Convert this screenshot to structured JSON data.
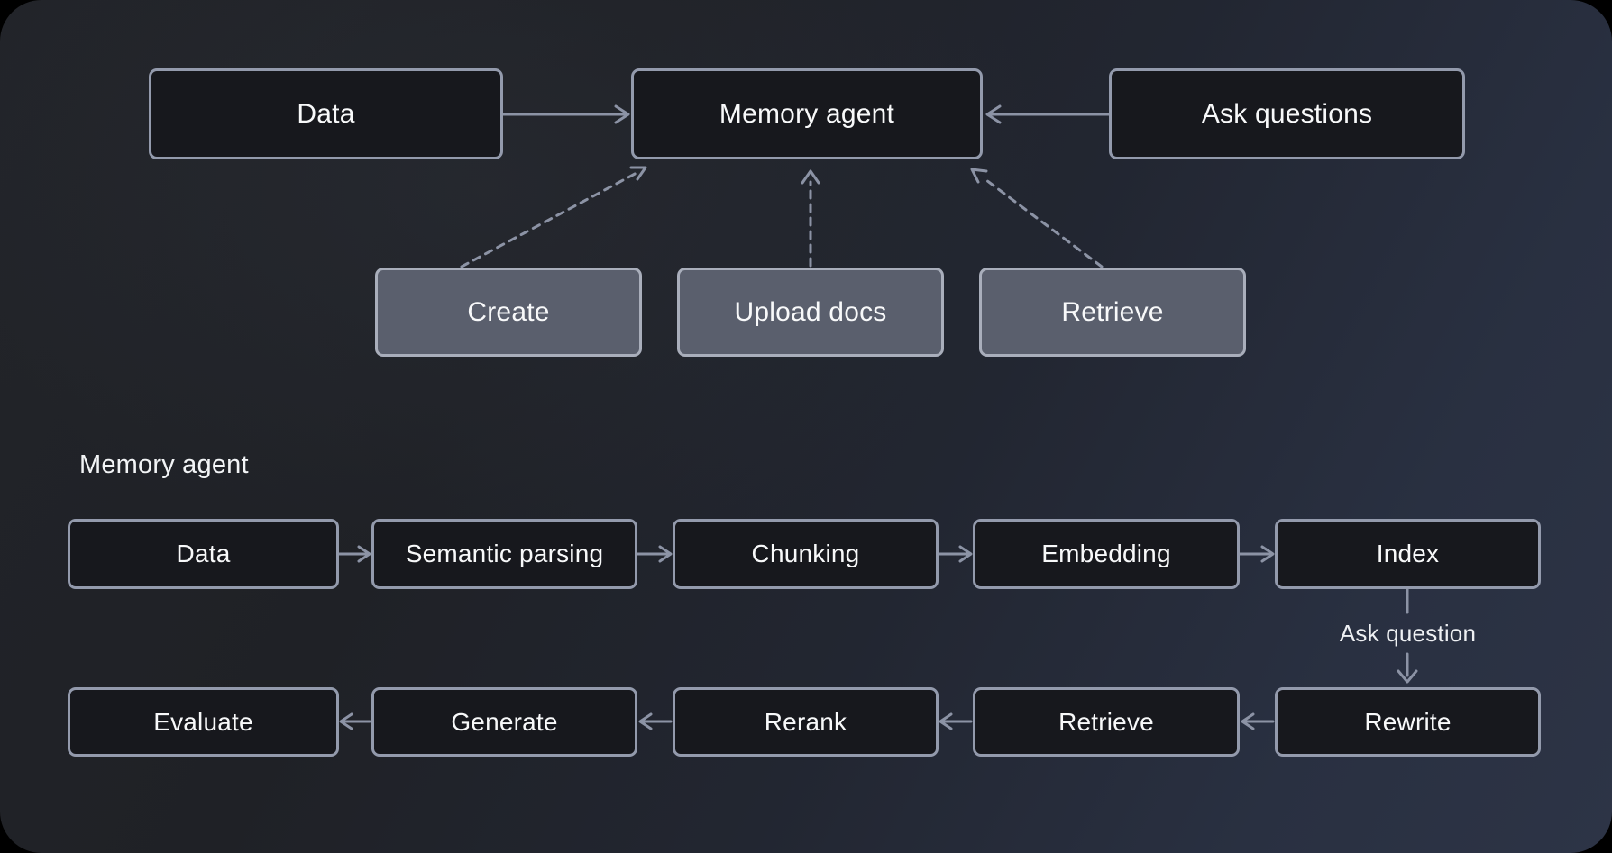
{
  "colors": {
    "background_outer": "#000000",
    "box_dark_fill": "#17181d",
    "box_dark_border": "#939aac",
    "box_gray_fill": "#5a5f6d",
    "box_gray_border": "#a9aebb",
    "arrow": "#8c93a5",
    "text": "#f8f9fa"
  },
  "overview": {
    "nodes": {
      "data": "Data",
      "memory_agent": "Memory agent",
      "ask_questions": "Ask questions",
      "create": "Create",
      "upload_docs": "Upload docs",
      "retrieve": "Retrieve"
    },
    "edges": [
      {
        "from": "Data",
        "to": "Memory agent",
        "style": "solid"
      },
      {
        "from": "Ask questions",
        "to": "Memory agent",
        "style": "solid"
      },
      {
        "from": "Create",
        "to": "Memory agent",
        "style": "dashed"
      },
      {
        "from": "Upload docs",
        "to": "Memory agent",
        "style": "dashed"
      },
      {
        "from": "Retrieve",
        "to": "Memory agent",
        "style": "dashed"
      }
    ]
  },
  "pipeline": {
    "section_title": "Memory agent",
    "row1": [
      "Data",
      "Semantic parsing",
      "Chunking",
      "Embedding",
      "Index"
    ],
    "row1_flow": "left-to-right",
    "branch_label": "Ask question",
    "row2": [
      "Evaluate",
      "Generate",
      "Rerank",
      "Retrieve",
      "Rewrite"
    ],
    "row2_flow": "right-to-left",
    "edges": [
      "Data → Semantic parsing",
      "Semantic parsing → Chunking",
      "Chunking → Embedding",
      "Embedding → Index",
      "Index → Rewrite (Ask question)",
      "Rewrite → Retrieve",
      "Retrieve → Rerank",
      "Rerank → Generate",
      "Generate → Evaluate"
    ]
  }
}
